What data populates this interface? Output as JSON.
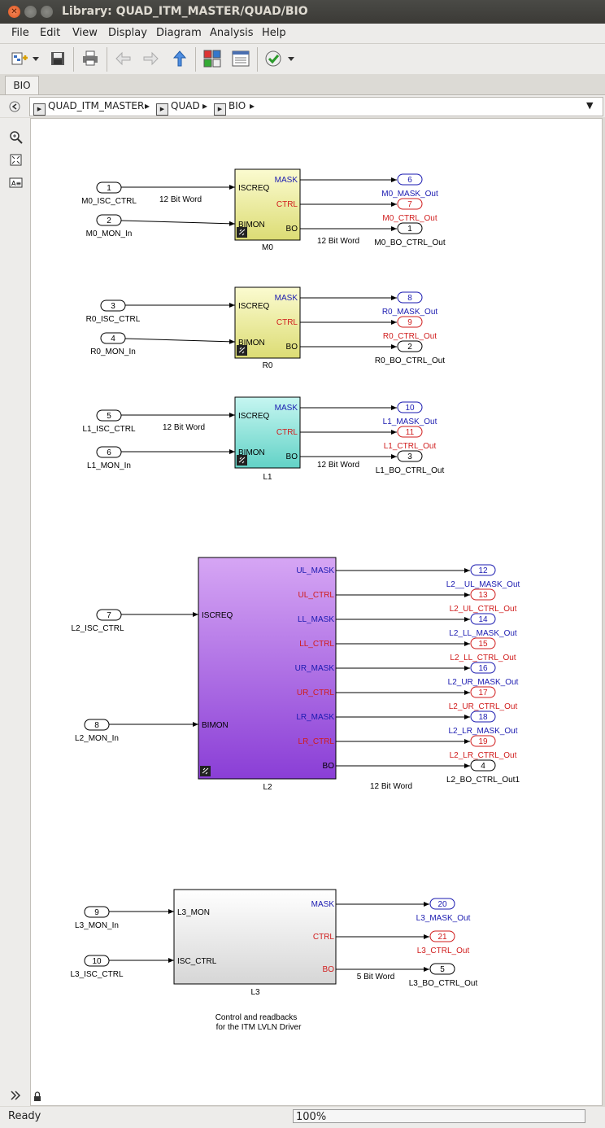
{
  "window": {
    "title": "Library: QUAD_ITM_MASTER/QUAD/BIO"
  },
  "menu": [
    "File",
    "Edit",
    "View",
    "Display",
    "Diagram",
    "Analysis",
    "Help"
  ],
  "tab": "BIO",
  "breadcrumb": [
    "QUAD_ITM_MASTER",
    "QUAD",
    "BIO"
  ],
  "status": {
    "text": "Ready",
    "zoom": "100%"
  },
  "colors": {
    "yellow_block": "#f0efa8",
    "cyan_block": "#8fe3dc",
    "purple_block": "#a870e0",
    "gray_block": "#ebebeb",
    "blue_port": "#1a1ab0",
    "red_port": "#d01c1c"
  },
  "diagram": {
    "m0": {
      "block_name": "M0",
      "in_ports": [
        "ISCREQ",
        "BIMON"
      ],
      "out_ports": [
        "MASK",
        "CTRL",
        "BO"
      ],
      "inputs": [
        {
          "num": "1",
          "label": "M0_ISC_CTRL"
        },
        {
          "num": "2",
          "label": "M0_MON_In"
        }
      ],
      "outputs": [
        {
          "num": "6",
          "label": "M0_MASK_Out"
        },
        {
          "num": "7",
          "label": "M0_CTRL_Out"
        },
        {
          "num": "1",
          "label": "M0_BO_CTRL_Out"
        }
      ],
      "in_signal": "12 Bit Word",
      "out_signal": "12 Bit Word"
    },
    "r0": {
      "block_name": "R0",
      "in_ports": [
        "ISCREQ",
        "BIMON"
      ],
      "out_ports": [
        "MASK",
        "CTRL",
        "BO"
      ],
      "inputs": [
        {
          "num": "3",
          "label": "R0_ISC_CTRL"
        },
        {
          "num": "4",
          "label": "R0_MON_In"
        }
      ],
      "outputs": [
        {
          "num": "8",
          "label": "R0_MASK_Out"
        },
        {
          "num": "9",
          "label": "R0_CTRL_Out"
        },
        {
          "num": "2",
          "label": "R0_BO_CTRL_Out"
        }
      ]
    },
    "l1": {
      "block_name": "L1",
      "in_ports": [
        "ISCREQ",
        "BIMON"
      ],
      "out_ports": [
        "MASK",
        "CTRL",
        "BO"
      ],
      "inputs": [
        {
          "num": "5",
          "label": "L1_ISC_CTRL"
        },
        {
          "num": "6",
          "label": "L1_MON_In"
        }
      ],
      "outputs": [
        {
          "num": "10",
          "label": "L1_MASK_Out"
        },
        {
          "num": "11",
          "label": "L1_CTRL_Out"
        },
        {
          "num": "3",
          "label": "L1_BO_CTRL_Out"
        }
      ],
      "in_signal": "12 Bit Word",
      "out_signal": "12 Bit Word"
    },
    "l2": {
      "block_name": "L2",
      "in_ports": [
        "ISCREQ",
        "BIMON"
      ],
      "out_ports": [
        "UL_MASK",
        "UL_CTRL",
        "LL_MASK",
        "LL_CTRL",
        "UR_MASK",
        "UR_CTRL",
        "LR_MASK",
        "LR_CTRL",
        "BO"
      ],
      "inputs": [
        {
          "num": "7",
          "label": "L2_ISC_CTRL"
        },
        {
          "num": "8",
          "label": "L2_MON_In"
        }
      ],
      "outputs": [
        {
          "num": "12",
          "label": "L2__UL_MASK_Out"
        },
        {
          "num": "13",
          "label": "L2_UL_CTRL_Out"
        },
        {
          "num": "14",
          "label": "L2_LL_MASK_Out"
        },
        {
          "num": "15",
          "label": "L2_LL_CTRL_Out"
        },
        {
          "num": "16",
          "label": "L2_UR_MASK_Out"
        },
        {
          "num": "17",
          "label": "L2_UR_CTRL_Out"
        },
        {
          "num": "18",
          "label": "L2_LR_MASK_Out"
        },
        {
          "num": "19",
          "label": "L2_LR_CTRL_Out"
        },
        {
          "num": "4",
          "label": "L2_BO_CTRL_Out1"
        }
      ],
      "out_signal": "12 Bit Word"
    },
    "l3": {
      "block_name": "L3",
      "in_ports": [
        "L3_MON",
        "ISC_CTRL"
      ],
      "out_ports": [
        "MASK",
        "CTRL",
        "BO"
      ],
      "inputs": [
        {
          "num": "9",
          "label": "L3_MON_In"
        },
        {
          "num": "10",
          "label": "L3_ISC_CTRL"
        }
      ],
      "outputs": [
        {
          "num": "20",
          "label": "L3_MASK_Out"
        },
        {
          "num": "21",
          "label": "L3_CTRL_Out"
        },
        {
          "num": "5",
          "label": "L3_BO_CTRL_Out"
        }
      ],
      "out_signal": "5 Bit Word"
    },
    "annotation": [
      "Control and readbacks",
      "for the ITM LVLN Driver"
    ]
  }
}
